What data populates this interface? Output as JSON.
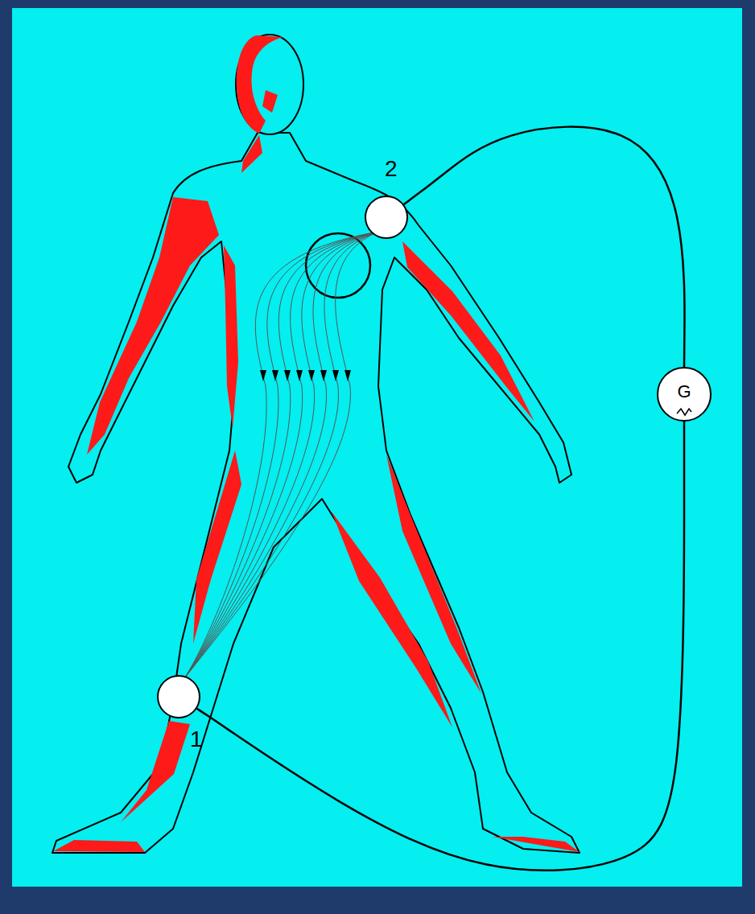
{
  "diagram": {
    "nodes": [
      {
        "text": [
          "2"
        ]
      },
      {
        "text": [
          "G"
        ]
      },
      {
        "text": [
          "1"
        ]
      }
    ],
    "edges": [
      {
        "from": 0,
        "to": 1,
        "arrow": "none"
      },
      {
        "from": 1,
        "to": 2,
        "arrow": "none"
      }
    ]
  }
}
